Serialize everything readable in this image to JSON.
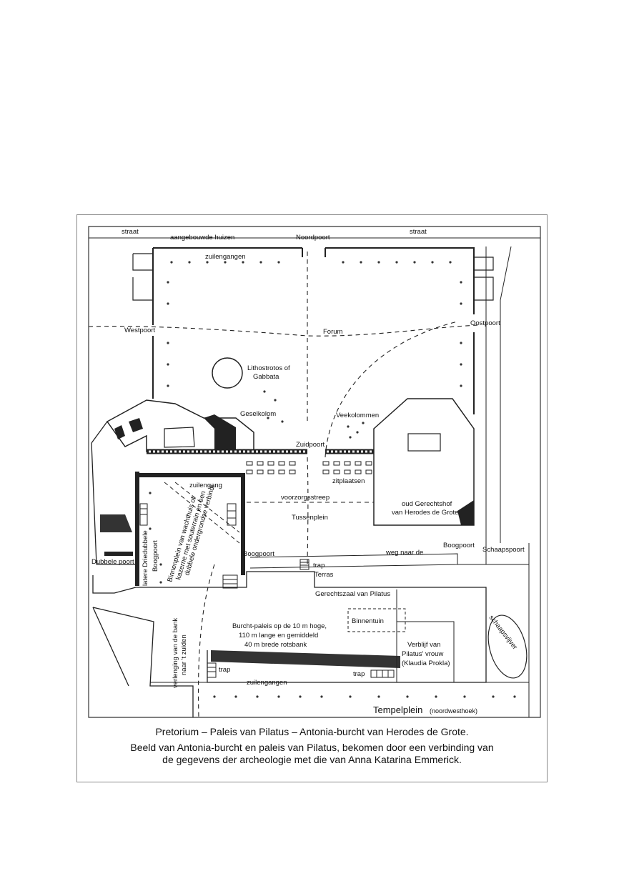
{
  "map": {
    "labels": {
      "straat_left": "straat",
      "straat_right": "straat",
      "aangebouwde_huizen": "aangebouwde huizen",
      "noordpoort": "Noordpoort",
      "zuilengangen_top": "zuilengangen",
      "westpoort": "Westpoort",
      "oostpoort": "Oostpoort",
      "forum": "Forum",
      "lithostrotos_1": "Lithostrotos of",
      "lithostrotos_2": "Gabbata",
      "geselkolom": "Geselkolom",
      "veekolommen": "Veekolommen",
      "zuidpoort": "Zuidpoort",
      "zitplaatsen": "zitplaatsen",
      "zuilengang": "zuilengang",
      "voorzorgsstreep": "voorzorgsstreep",
      "tussenplein": "Tussenplein",
      "gerechtshof_1": "oud Gerechtshof",
      "gerechtshof_2": "van Herodes de Grote",
      "boogpoort_center": "Boogpoort",
      "trap_center": "trap",
      "terras": "Terras",
      "weg_naar_de": "weg naar de",
      "boogpoort_right": "Boogpoort",
      "schaapspoort": "Schaapspoort",
      "dubbele_poort": "Dubbele poort",
      "latere_driedubbele": "latere Driedubbele",
      "boogpoort_vertical": "Boogpoort",
      "binnenplein_1": "Binnenplein van wachthuis of",
      "binnenplein_2": "kazerne met souterrain en een",
      "binnenplein_3": "dubbele ondergrondse verbindi",
      "gerechtszaal": "Gerechtszaal van Pilatus",
      "binnentuin": "Binnentuin",
      "burcht_1": "Burcht-paleis op de 10 m hoge,",
      "burcht_2": "110 m lange en gemiddeld",
      "burcht_3": "40 m brede rotsbank",
      "verblijf_1": "Verblijf van",
      "verblijf_2": "Pilatus' vrouw",
      "verblijf_3": "(Klaudia Prokla)",
      "schaapsvijver": "schaapsvijver",
      "verlenging_1": "verlenging van de bank",
      "verlenging_2": "naar 't zuiden",
      "trap_left": "trap",
      "trap_bottom": "trap",
      "zuilengangen_bottom": "zuilengangen",
      "tempelplein": "Tempelplein",
      "noordwesthoek": "(noordwesthoek)"
    }
  },
  "caption": {
    "line1": "Pretorium – Paleis van Pilatus – Antonia-burcht van Herodes de Grote.",
    "line2": "Beeld van Antonia-burcht en paleis van Pilatus, bekomen door een verbinding van",
    "line3": "de gegevens der archeologie met die van Anna Katarina Emmerick."
  }
}
